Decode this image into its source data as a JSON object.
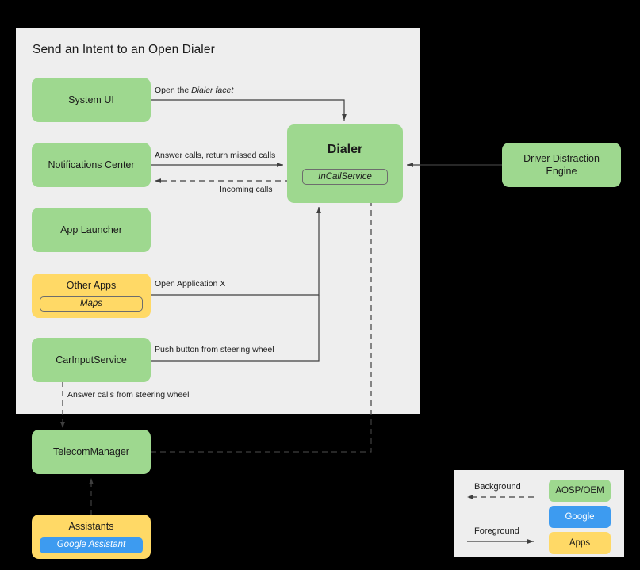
{
  "diagram": {
    "title": "Send an Intent to an Open Dialer",
    "panel_bg": "#eeeeee",
    "page_bg": "#000000",
    "colors": {
      "aosp_oem": "#9ed88f",
      "google": "#3d9bf0",
      "apps": "#ffd966",
      "wire": "#3f3f3f"
    },
    "nodes": {
      "system_ui": {
        "label": "System UI",
        "kind": "aosp_oem"
      },
      "notifications_center": {
        "label": "Notifications Center",
        "kind": "aosp_oem"
      },
      "app_launcher": {
        "label": "App Launcher",
        "kind": "aosp_oem"
      },
      "other_apps": {
        "label": "Other Apps",
        "kind": "apps",
        "chip": "Maps"
      },
      "car_input_service": {
        "label": "CarInputService",
        "kind": "aosp_oem"
      },
      "dialer": {
        "label": "Dialer",
        "kind": "aosp_oem",
        "chip": "InCallService"
      },
      "driver_distraction_engine": {
        "label": "Driver Distraction\nEngine",
        "line1": "Driver Distraction",
        "line2": "Engine",
        "kind": "aosp_oem"
      },
      "telecom_manager": {
        "label": "TelecomManager",
        "kind": "aosp_oem"
      },
      "assistants": {
        "label": "Assistants",
        "kind": "apps",
        "chip": "Google Assistant"
      }
    },
    "edges": {
      "open_dialer_facet_prefix": "Open the ",
      "open_dialer_facet_italic": "Dialer facet",
      "answer_calls": "Answer calls, return missed calls",
      "incoming_calls": "Incoming calls",
      "open_application_x": "Open Application X",
      "push_button": "Push button from steering wheel",
      "answer_calls_steering": "Answer calls from steering wheel"
    }
  },
  "legend": {
    "background_label": "Background",
    "foreground_label": "Foreground",
    "swatches": [
      {
        "label": "AOSP/OEM",
        "color": "#9ed88f"
      },
      {
        "label": "Google",
        "color": "#3d9bf0"
      },
      {
        "label": "Apps",
        "color": "#ffd966"
      }
    ]
  }
}
